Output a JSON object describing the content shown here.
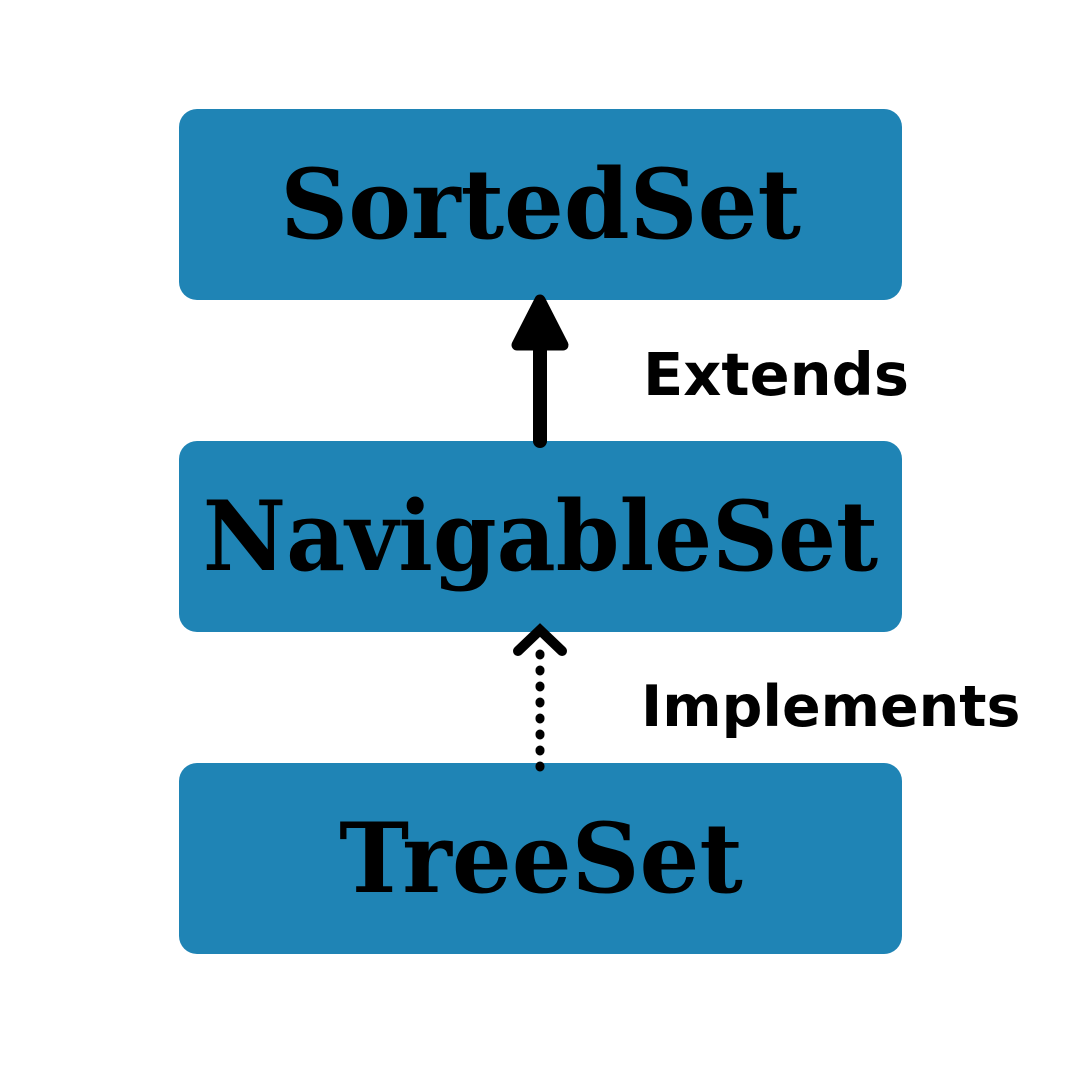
{
  "diagram": {
    "title": "Java SortedSet / NavigableSet / TreeSet hierarchy",
    "background_color": "#ffffff",
    "box_color": "#1f84b5",
    "text_color": "#000000",
    "connector_color": "#000000",
    "nodes": [
      {
        "id": "sortedset",
        "label": "SortedSet",
        "kind": "interface"
      },
      {
        "id": "navigableset",
        "label": "NavigableSet",
        "kind": "interface"
      },
      {
        "id": "treeset",
        "label": "TreeSet",
        "kind": "class"
      }
    ],
    "edges": [
      {
        "id": "extends-edge",
        "label": "Extends",
        "from": "NavigableSet",
        "to": "SortedSet",
        "line_style": "solid",
        "arrow_style": "filled-triangle"
      },
      {
        "id": "implements-edge",
        "label": "Implements",
        "from": "TreeSet",
        "to": "NavigableSet",
        "line_style": "dotted",
        "arrow_style": "open-chevron"
      }
    ]
  }
}
